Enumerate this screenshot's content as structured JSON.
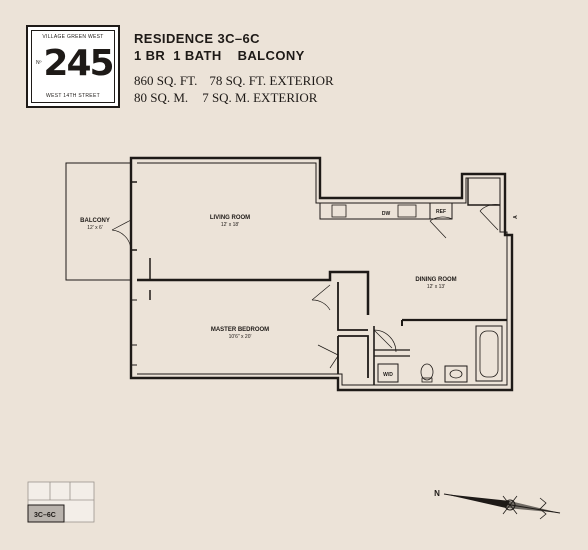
{
  "logo": {
    "top_text": "VILLAGE GREEN WEST",
    "number": "245",
    "no_mark": "Nº",
    "bottom_text": "WEST 14TH STREET"
  },
  "header": {
    "residence": "RESIDENCE 3C–6C",
    "bedrooms": "1 BR",
    "baths": "1 BATH",
    "feature": "BALCONY"
  },
  "specs": {
    "interior_sqft": "860 SQ. FT.",
    "exterior_sqft": "78 SQ. FT. EXTERIOR",
    "interior_sqm": "80 SQ. M.",
    "exterior_sqm": "7 SQ. M. EXTERIOR"
  },
  "rooms": {
    "balcony": {
      "name": "BALCONY",
      "dims": "12' x 6'"
    },
    "living": {
      "name": "LIVING ROOM",
      "dims": "12' x 18'"
    },
    "dining": {
      "name": "DINING ROOM",
      "dims": "12' x 13'"
    },
    "bedroom": {
      "name": "MASTER BEDROOM",
      "dims": "10'6\" x 20'"
    }
  },
  "fixtures": {
    "dishwasher": "DW",
    "refrigerator": "REF",
    "washer_dryer": "W/D",
    "entry_mark": "A"
  },
  "key_plan": {
    "label": "3C–6C"
  },
  "compass": {
    "north": "N"
  },
  "colors": {
    "background": "#ece3d8",
    "ink": "#1e1a17",
    "key_highlight": "#b9b3ad"
  }
}
